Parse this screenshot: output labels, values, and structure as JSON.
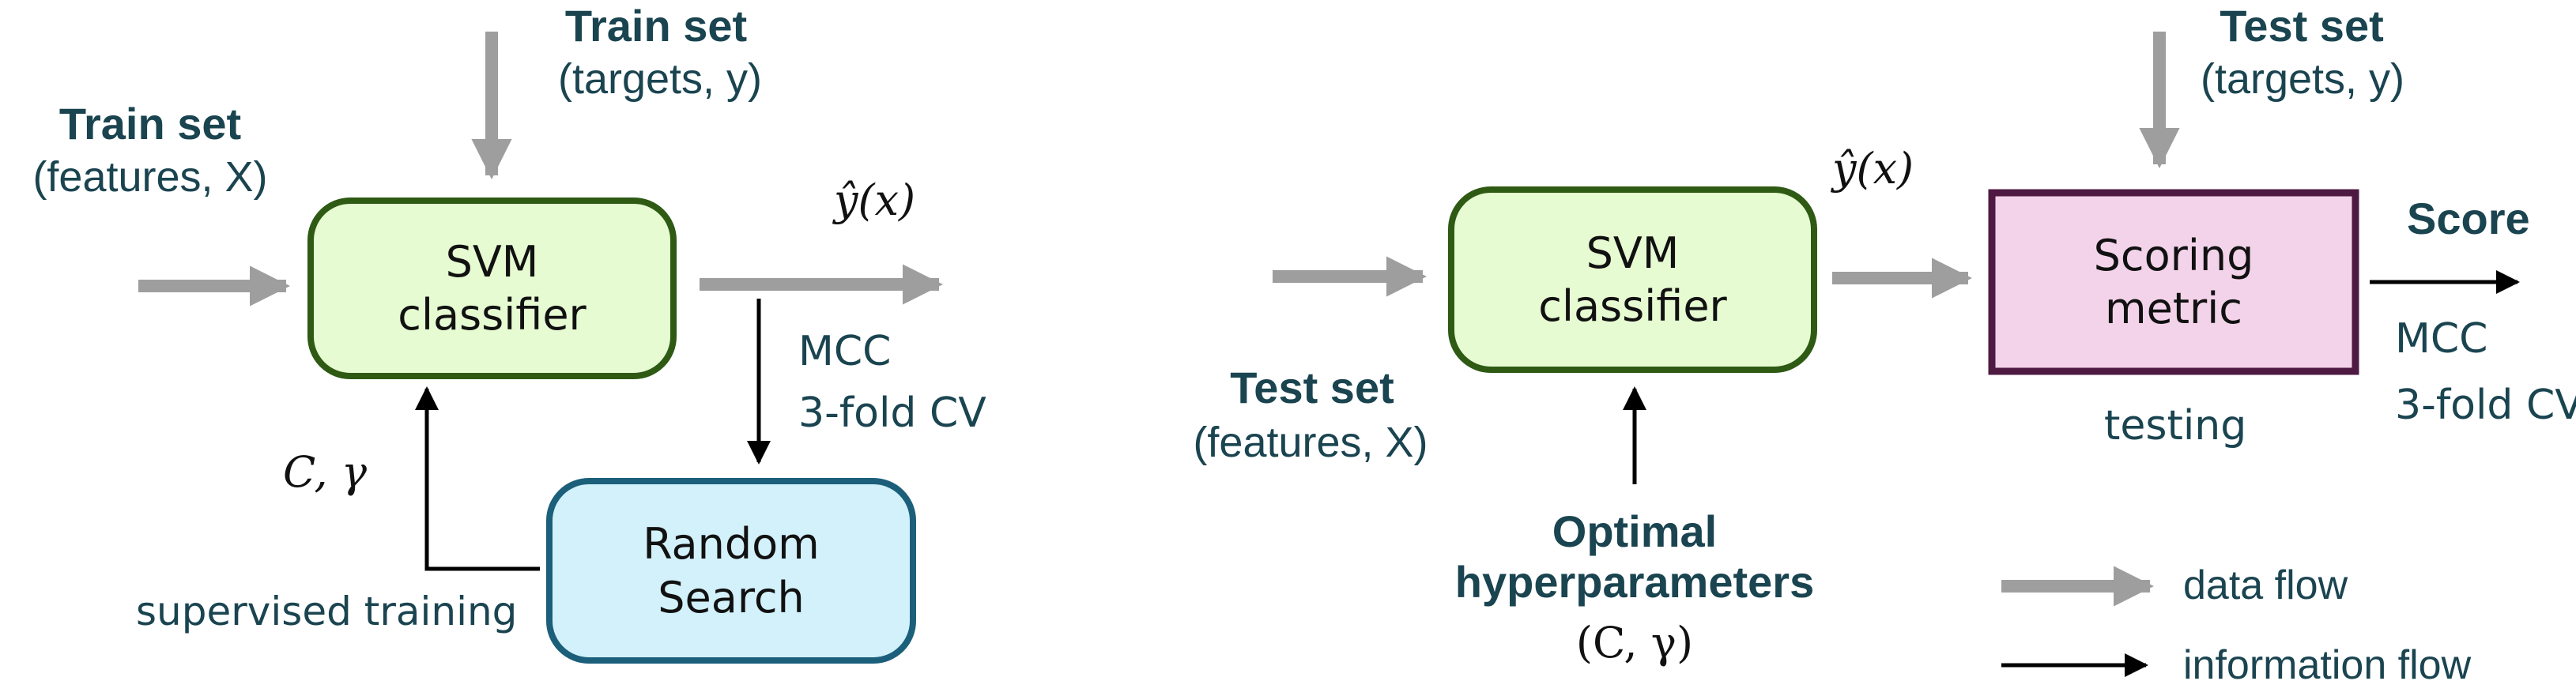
{
  "colors": {
    "text": "#1a4450",
    "data_flow": "#9e9e9e",
    "info_flow": "#000000",
    "svm_fill": "#e6fbd2",
    "svm_border": "#2e5a14",
    "search_fill": "#d2f1fb",
    "search_border": "#1c5f7a",
    "scoring_fill": "#f3d3ea",
    "scoring_border": "#4e1a42"
  },
  "left": {
    "train_set_features_title": "Train set",
    "train_set_features_sub": "(features, X)",
    "train_set_targets_title": "Train set",
    "train_set_targets_sub": "(targets, y)",
    "svm_line1": "SVM",
    "svm_line2": "classifier",
    "y_hat": "ŷ(x)",
    "mcc": "MCC",
    "cv": "3-fold CV",
    "c_gamma": "C, γ",
    "search_line1": "Random",
    "search_line2": "Search",
    "supervised": "supervised training"
  },
  "right": {
    "test_set_features_title": "Test set",
    "test_set_features_sub": "(features, X)",
    "svm_line1": "SVM",
    "svm_line2": "classifier",
    "y_hat": "ŷ(x)",
    "test_set_targets_title": "Test set",
    "test_set_targets_sub": "(targets, y)",
    "scoring_line1": "Scoring",
    "scoring_line2": "metric",
    "testing": "testing",
    "score": "Score",
    "mcc": "MCC",
    "cv": "3-fold CV",
    "optimal_line1": "Optimal",
    "optimal_line2": "hyperparameters",
    "optimal_params": "(C, γ)"
  },
  "legend": {
    "data_flow": "data flow",
    "information_flow": "information flow"
  }
}
